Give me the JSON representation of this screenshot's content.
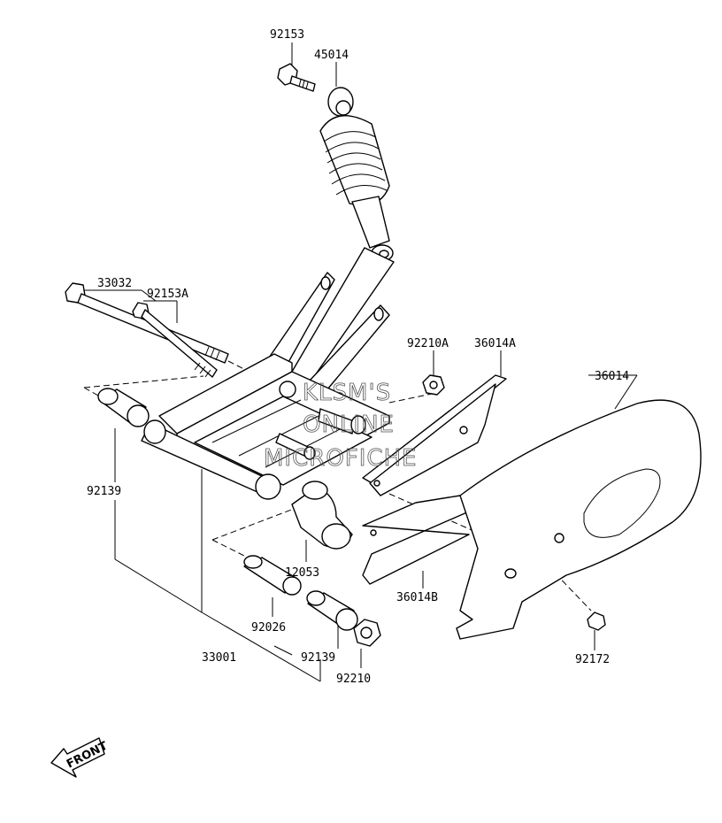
{
  "diagram": {
    "labels": {
      "p92153": "92153",
      "p45014": "45014",
      "p33032": "33032",
      "p92153A": "92153A",
      "p92210A": "92210A",
      "p36014A": "36014A",
      "p36014": "36014",
      "p92139a": "92139",
      "p12053": "12053",
      "p36014B": "36014B",
      "p92026": "92026",
      "p92139b": "92139",
      "p33001": "33001",
      "p92210": "92210",
      "p92172": "92172"
    },
    "watermark": {
      "line1": "KLSM'S",
      "line2": "ONLINE",
      "line3": "MICROFICHE"
    },
    "front_label": "FRONT"
  }
}
